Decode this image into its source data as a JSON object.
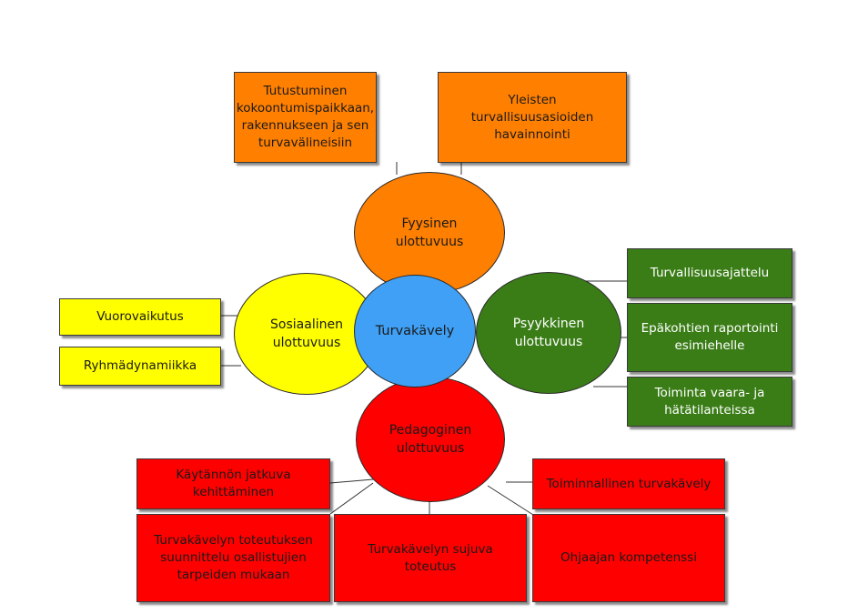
{
  "colors": {
    "orange": "#FF7F00",
    "green": "#3A7D17",
    "yellow": "#FFFF00",
    "red": "#FF0000",
    "blue": "#3FA0F5"
  },
  "center": {
    "label": "Turvakävely"
  },
  "dimensions": {
    "fyysinen": {
      "label": "Fyysinen\nulottuvuus",
      "items": [
        "Tutustuminen\nkokoontumispaikkaan,\nrakennukseen ja sen\nturvavälineisiin",
        "Yleisten\nturvallisuusasioiden\nhavainnointi"
      ]
    },
    "psyykkinen": {
      "label": "Psyykkinen\nulottuvuus",
      "items": [
        "Turvallisuusajattelu",
        "Epäkohtien raportointi\nesimiehelle",
        "Toiminta vaara- ja\nhätätilanteissa"
      ]
    },
    "sosiaalinen": {
      "label": "Sosiaalinen\nulottuvuus",
      "items": [
        "Vuorovaikutus",
        "Ryhmädynamiikka"
      ]
    },
    "pedagoginen": {
      "label": "Pedagoginen\nulottuvuus",
      "items": [
        "Käytännön jatkuva\nkehittäminen",
        "Turvakävelyn toteutuksen\nsuunnittelu osallistujien\ntarpeiden mukaan",
        "Turvakävelyn sujuva\ntoteutus",
        "Toiminnallinen turvakävely",
        "Ohjaajan kompetenssi"
      ]
    }
  }
}
